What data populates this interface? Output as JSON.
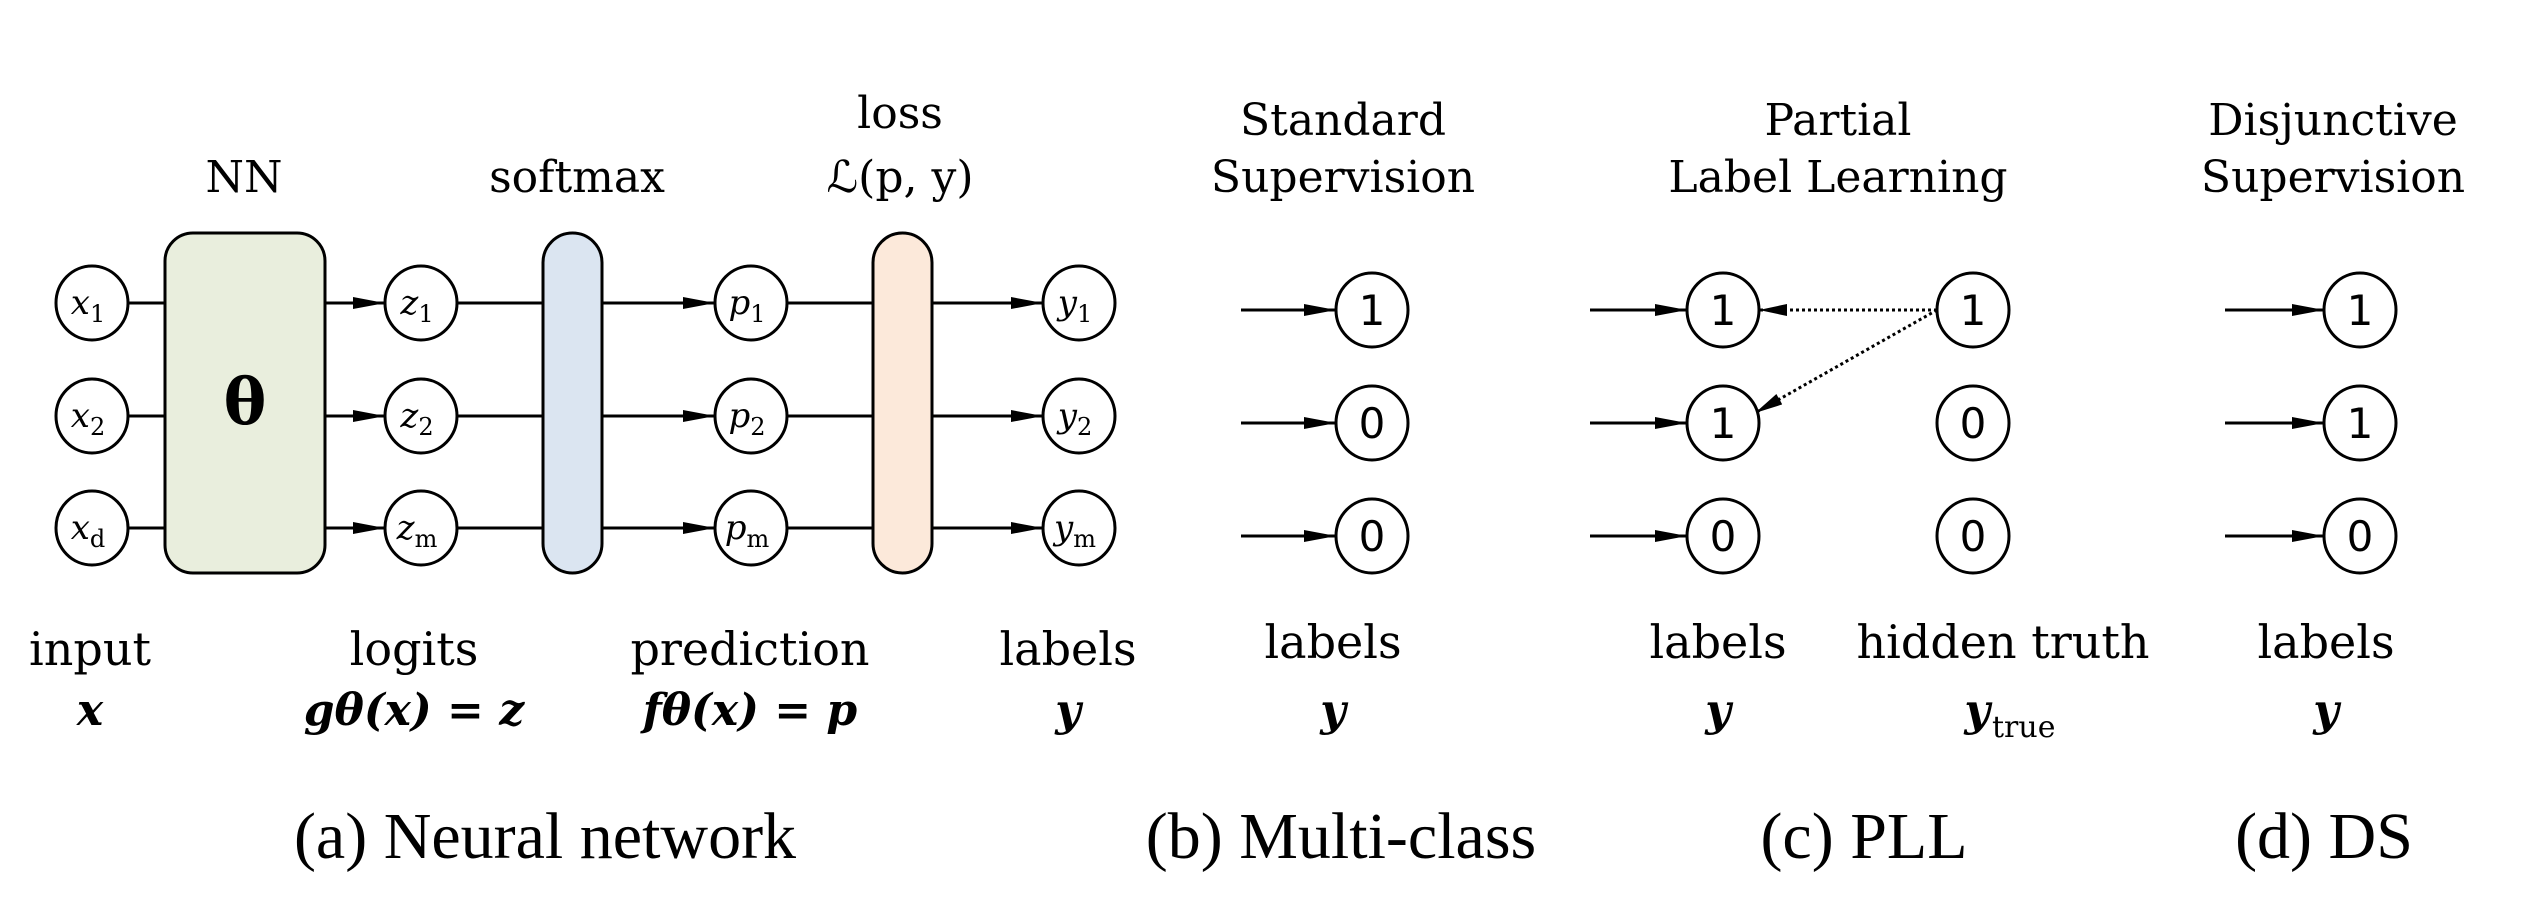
{
  "colors": {
    "nn_fill": "#e9eedd",
    "softmax_fill": "#dbe5f1",
    "loss_fill": "#fce9da",
    "stroke": "#000000"
  },
  "panel_a": {
    "nn_title": "NN",
    "nn_symbol": "θ",
    "softmax_title": "softmax",
    "loss_title": "loss",
    "loss_formula": "ℒ(p, y)",
    "input_nodes": [
      {
        "base": "x",
        "sub": "1"
      },
      {
        "base": "x",
        "sub": "2"
      },
      {
        "base": "x",
        "sub": "d"
      }
    ],
    "logit_nodes": [
      {
        "base": "z",
        "sub": "1"
      },
      {
        "base": "z",
        "sub": "2"
      },
      {
        "base": "z",
        "sub": "m"
      }
    ],
    "prediction_nodes": [
      {
        "base": "p",
        "sub": "1"
      },
      {
        "base": "p",
        "sub": "2"
      },
      {
        "base": "p",
        "sub": "m"
      }
    ],
    "label_nodes": [
      {
        "base": "y",
        "sub": "1"
      },
      {
        "base": "y",
        "sub": "2"
      },
      {
        "base": "y",
        "sub": "m"
      }
    ],
    "bottom_labels": [
      {
        "text": "input",
        "math": "x"
      },
      {
        "text": "logits",
        "math": "gθ(x) = z"
      },
      {
        "text": "prediction",
        "math": "fθ(x) = p"
      },
      {
        "text": "labels",
        "math": "y"
      }
    ],
    "caption": "(a) Neural network"
  },
  "panel_b": {
    "title_line1": "Standard",
    "title_line2": "Supervision",
    "labels_values": [
      "1",
      "0",
      "0"
    ],
    "bottom_text": "labels",
    "bottom_math": "y",
    "caption": "(b) Multi-class"
  },
  "panel_c": {
    "title_line1": "Partial",
    "title_line2": "Label Learning",
    "labels_values": [
      "1",
      "1",
      "0"
    ],
    "hidden_truth_values": [
      "1",
      "0",
      "0"
    ],
    "bottom_labels_text": "labels",
    "bottom_labels_math": "y",
    "bottom_truth_text": "hidden truth",
    "bottom_truth_math": "y",
    "bottom_truth_sub": "true",
    "caption": "(c) PLL"
  },
  "panel_d": {
    "title_line1": "Disjunctive",
    "title_line2": "Supervision",
    "labels_values": [
      "1",
      "1",
      "0"
    ],
    "bottom_text": "labels",
    "bottom_math": "y",
    "caption": "(d) DS"
  }
}
